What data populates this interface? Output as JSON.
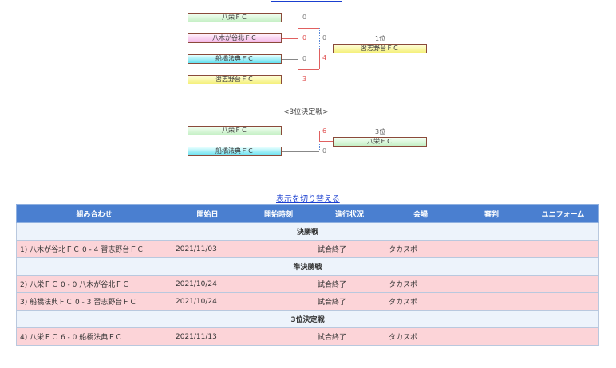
{
  "bracket": {
    "semi1_top": "八栄ＦＣ",
    "semi1_bottom": "八木が谷北ＦＣ",
    "semi2_top": "船橋法典ＦＣ",
    "semi2_bottom": "習志野台ＦＣ",
    "scores": {
      "semi1_top": "0",
      "semi1_bottom": "0",
      "semi2_top": "0",
      "semi2_bottom": "3",
      "final_top": "0",
      "final_bottom": "4"
    },
    "champion_rank": "1位",
    "champion": "習志野台ＦＣ"
  },
  "third_place": {
    "title": "<3位決定戦>",
    "top": "八栄ＦＣ",
    "bottom": "船橋法典ＦＣ",
    "score_top": "6",
    "score_bottom": "0",
    "rank": "3位",
    "winner": "八栄ＦＣ"
  },
  "toggle_link": "表示を切り替える",
  "table": {
    "headers": [
      "組み合わせ",
      "開始日",
      "開始時刻",
      "進行状況",
      "会場",
      "審判",
      "ユニフォーム"
    ],
    "sections": [
      {
        "title": "決勝戦",
        "rows": [
          {
            "match": "1)  八木が谷北ＦＣ   0 - 4   習志野台ＦＣ",
            "date": "2021/11/03",
            "time": "",
            "status": "試合終了",
            "venue": "タカスポ",
            "referee": "",
            "uniform": ""
          }
        ]
      },
      {
        "title": "準決勝戦",
        "rows": [
          {
            "match": "2)  八栄ＦＣ   0 - 0   八木が谷北ＦＣ",
            "date": "2021/10/24",
            "time": "",
            "status": "試合終了",
            "venue": "タカスポ",
            "referee": "",
            "uniform": ""
          },
          {
            "match": "3)  船橋法典ＦＣ   0 - 3   習志野台ＦＣ",
            "date": "2021/10/24",
            "time": "",
            "status": "試合終了",
            "venue": "タカスポ",
            "referee": "",
            "uniform": ""
          }
        ]
      },
      {
        "title": "3位決定戦",
        "rows": [
          {
            "match": "4)  八栄ＦＣ   6 - 0   船橋法典ＦＣ",
            "date": "2021/11/13",
            "time": "",
            "status": "試合終了",
            "venue": "タカスポ",
            "referee": "",
            "uniform": ""
          }
        ]
      }
    ]
  }
}
